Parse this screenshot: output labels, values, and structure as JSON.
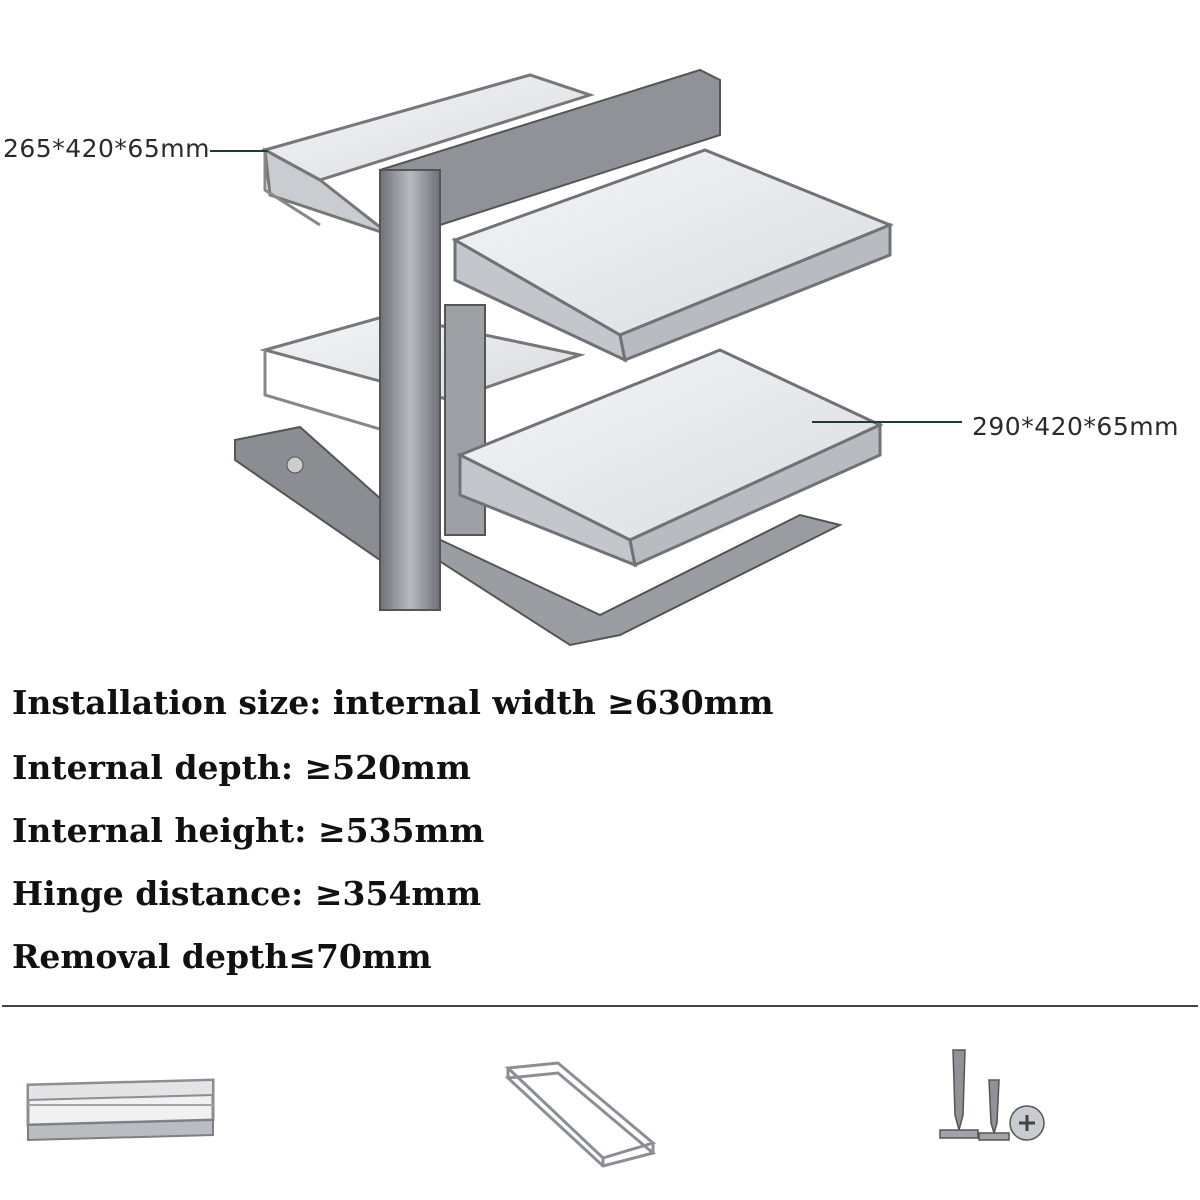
{
  "product": {
    "image_name": "corner-pull-out-basket"
  },
  "dimensions": {
    "top_basket": "265*420*65mm",
    "bottom_basket": "290*420*65mm"
  },
  "specs": [
    "Installation size: internal width ≥630mm",
    "Internal depth: ≥520mm",
    "Internal height: ≥535mm",
    "Hinge distance: ≥354mm",
    "Removal depth≤70mm"
  ],
  "accessories": [
    {
      "icon": "basket-tray-icon"
    },
    {
      "icon": "wire-frame-tray-icon"
    },
    {
      "icon": "screws-icon"
    }
  ],
  "colors": {
    "metal": "#8a8d92",
    "metal_dark": "#5f6268",
    "tray": "#e8eaec",
    "leader_line": "#1f3d33"
  }
}
